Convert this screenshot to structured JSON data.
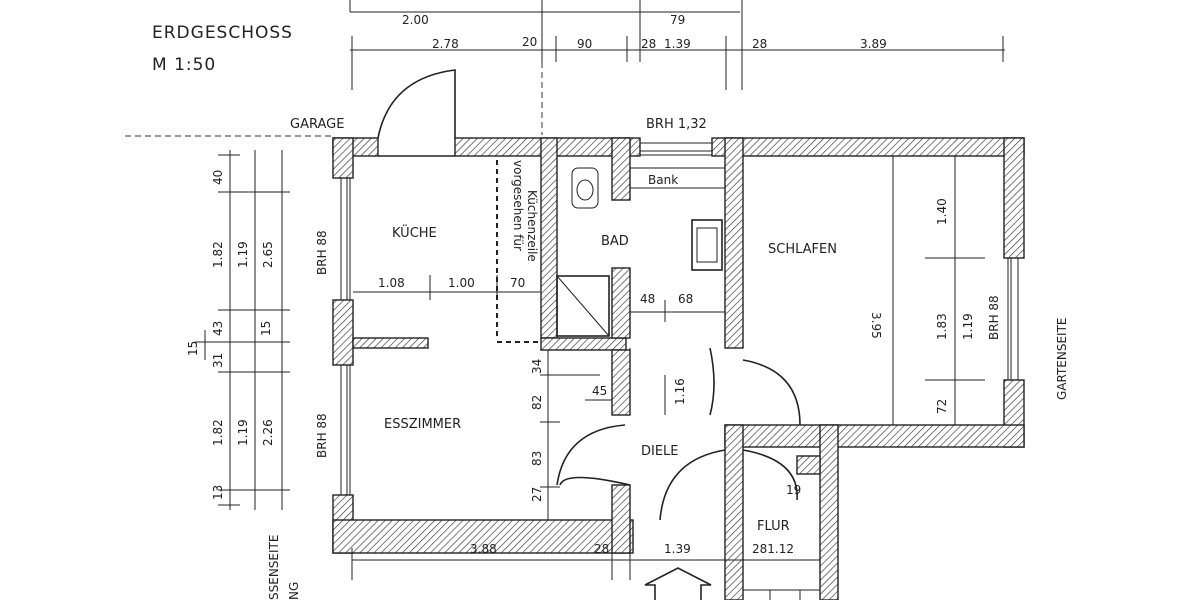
{
  "title": {
    "line1": "ERDGESCHOSS",
    "line2": "M 1:50"
  },
  "labels": {
    "garage": "GARAGE",
    "brh_top": "BRH 1,32",
    "kueche": "KÜCHE",
    "vorgesehen_1": "vorgesehen für",
    "vorgesehen_2": "Küchenzeile",
    "bad": "BAD",
    "bank": "Bank",
    "schlafen": "SCHLAFEN",
    "esszimmer": "ESSZIMMER",
    "diele": "DIELE",
    "flur": "FLUR",
    "brh_left_top": "BRH 88",
    "brh_left_bottom": "BRH 88",
    "brh_right": "BRH 88",
    "gartenseite": "GARTENSEITE",
    "strassenseite_1": "SSENSEITE",
    "strassenseite_2": "NG"
  },
  "dims": {
    "top_row1": [
      "2.00",
      "79"
    ],
    "top_row2": [
      "2.78",
      "20",
      "90",
      "28",
      "1.39",
      "28",
      "3.89"
    ],
    "left_outer": [
      "40",
      "1.82",
      "43",
      "31",
      "1.82",
      "13"
    ],
    "left_outer_extra": "15",
    "left_mid": [
      "1.19",
      "15",
      "1.19"
    ],
    "left_inner": [
      "2.65",
      "2.26"
    ],
    "kitchen_row": [
      "1.08",
      "1.00",
      "70"
    ],
    "bad_row": [
      "48",
      "68"
    ],
    "diele_col": [
      "34",
      "82",
      "83",
      "27"
    ],
    "diele_small": [
      "45",
      "1.16"
    ],
    "schlafen": [
      "1.40",
      "3.95",
      "1.83",
      "1.19",
      "72"
    ],
    "flur_small": "19",
    "bottom_row": [
      "3.88",
      "28",
      "1.39",
      "281.12"
    ]
  }
}
